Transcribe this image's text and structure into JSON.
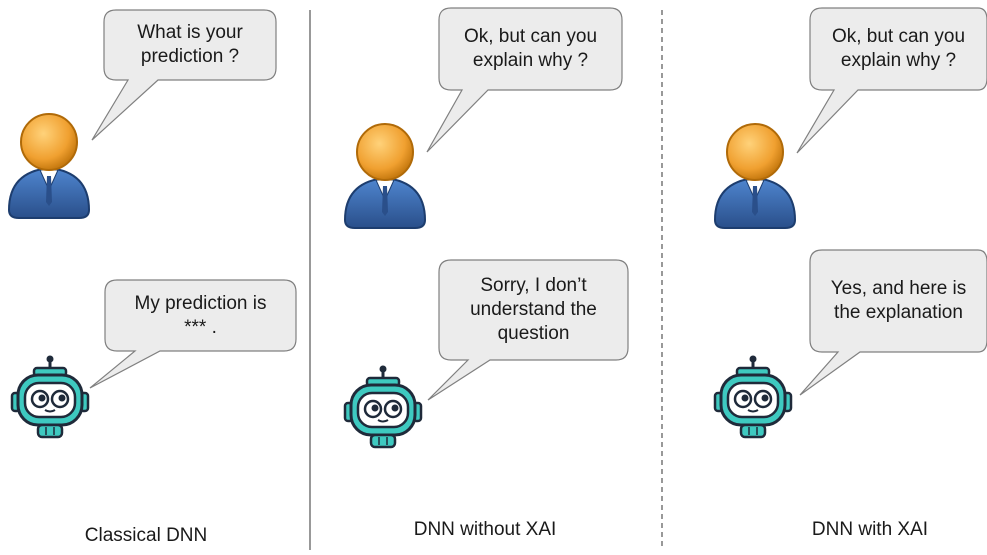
{
  "panels": [
    {
      "caption": "Classical DNN",
      "user_bubble": "What is your\nprediction ?",
      "bot_bubble": "My prediction is\n*** ."
    },
    {
      "caption": "DNN without XAI",
      "user_bubble": "Ok, but can you\nexplain why ?",
      "bot_bubble": "Sorry, I don’t\nunderstand the\nquestion"
    },
    {
      "caption": "DNN with XAI",
      "user_bubble": "Ok, but can you\nexplain why ?",
      "bot_bubble": "Yes, and here is\nthe explanation"
    }
  ],
  "icons": {
    "user": "user-avatar-icon",
    "robot": "robot-icon"
  },
  "colors": {
    "bubble_fill": "#ececec",
    "bubble_stroke": "#808080",
    "head": "#f0a030",
    "body": "#3565a8",
    "robot_teal": "#3ec9c0",
    "robot_dark": "#1f2a3a",
    "divider": "#555555"
  }
}
